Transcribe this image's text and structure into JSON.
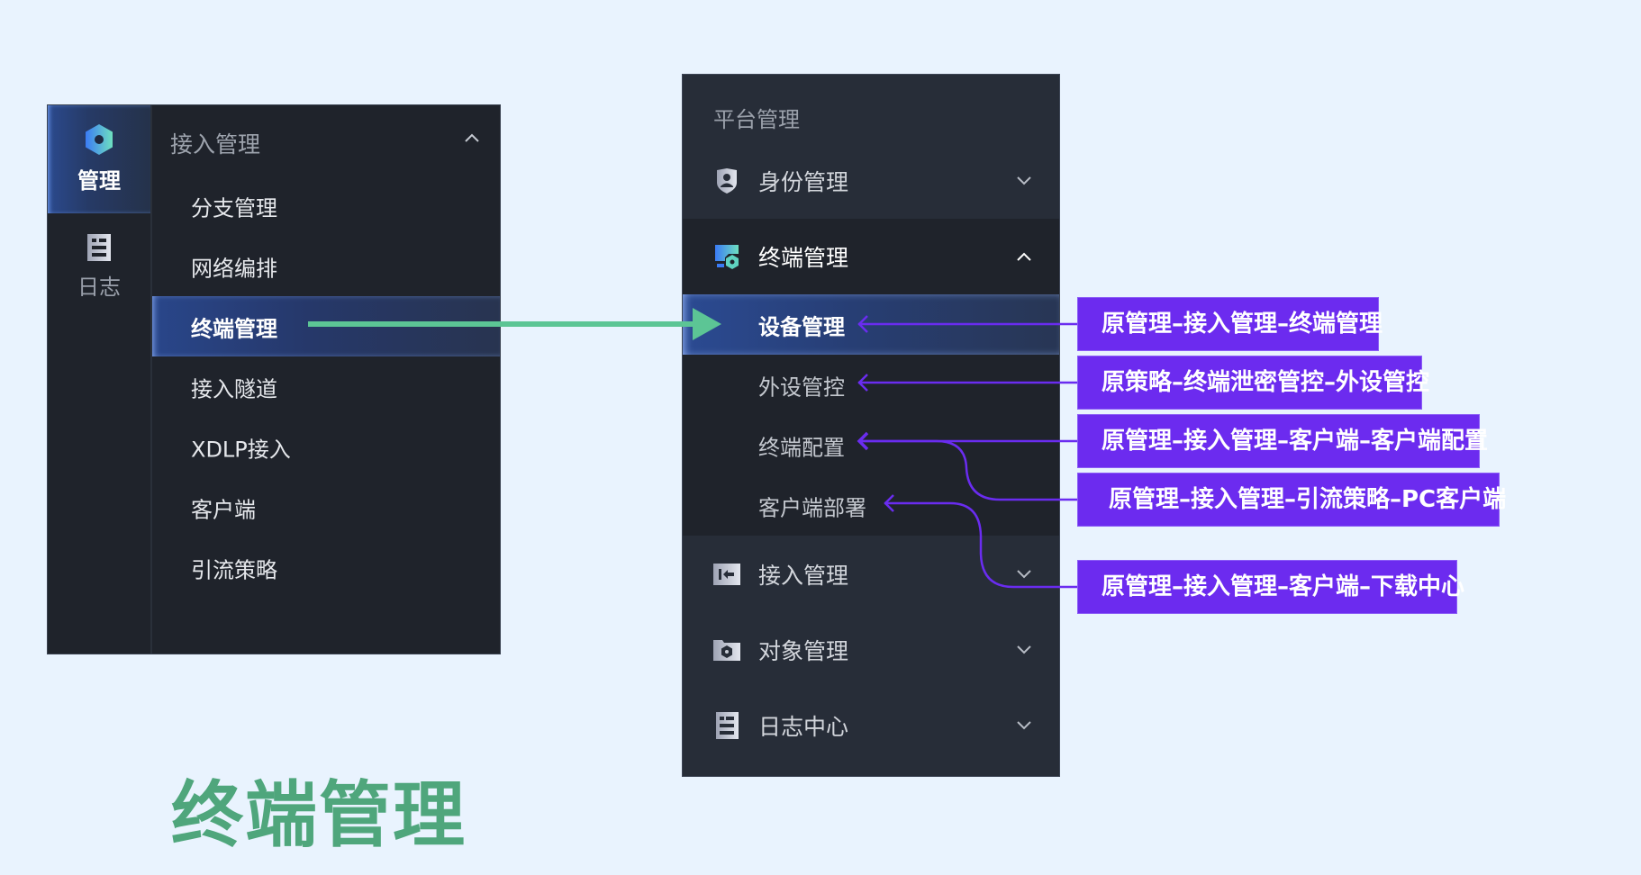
{
  "left_nav": {
    "rail": [
      {
        "label": "管理",
        "icon": "hexagon-icon",
        "active": true
      },
      {
        "label": "日志",
        "icon": "log-icon",
        "active": false
      }
    ],
    "submenu_header": "接入管理",
    "submenu_items": [
      {
        "label": "分支管理",
        "active": false
      },
      {
        "label": "网络编排",
        "active": false
      },
      {
        "label": "终端管理",
        "active": true
      },
      {
        "label": "接入隧道",
        "active": false
      },
      {
        "label": "XDLP接入",
        "active": false
      },
      {
        "label": "客户端",
        "active": false
      },
      {
        "label": "引流策略",
        "active": false
      }
    ]
  },
  "right_nav": {
    "group_title": "平台管理",
    "menus": [
      {
        "label": "身份管理",
        "icon": "user-shield-icon",
        "expanded": false
      },
      {
        "label": "终端管理",
        "icon": "terminal-device-icon",
        "expanded": true,
        "children": [
          {
            "label": "设备管理",
            "active": true
          },
          {
            "label": "外设管控",
            "active": false
          },
          {
            "label": "终端配置",
            "active": false
          },
          {
            "label": "客户端部署",
            "active": false
          }
        ]
      },
      {
        "label": "接入管理",
        "icon": "access-icon",
        "expanded": false
      },
      {
        "label": "对象管理",
        "icon": "object-icon",
        "expanded": false
      },
      {
        "label": "日志中心",
        "icon": "log-icon",
        "expanded": false
      }
    ]
  },
  "annotations": [
    {
      "text": "原管理–接入管理–终端管理",
      "target": "设备管理"
    },
    {
      "text": "原策略–终端泄密管控–外设管控",
      "target": "外设管控"
    },
    {
      "text": "原管理–接入管理–客户端–客户端配置",
      "target": "终端配置"
    },
    {
      "text": "原管理–接入管理–引流策略–PC客户端",
      "target": "终端配置"
    },
    {
      "text": "原管理–接入管理–客户端–下载中心",
      "target": "客户端部署"
    }
  ],
  "title": "终端管理",
  "colors": {
    "background": "#e9f3fe",
    "panel": "#1f232b",
    "panel_alt": "#272d38",
    "annotation": "#6c2bef",
    "connector": "#6a2cf0",
    "mapping_arrow": "#5cc595",
    "title": "#4fa67c"
  }
}
